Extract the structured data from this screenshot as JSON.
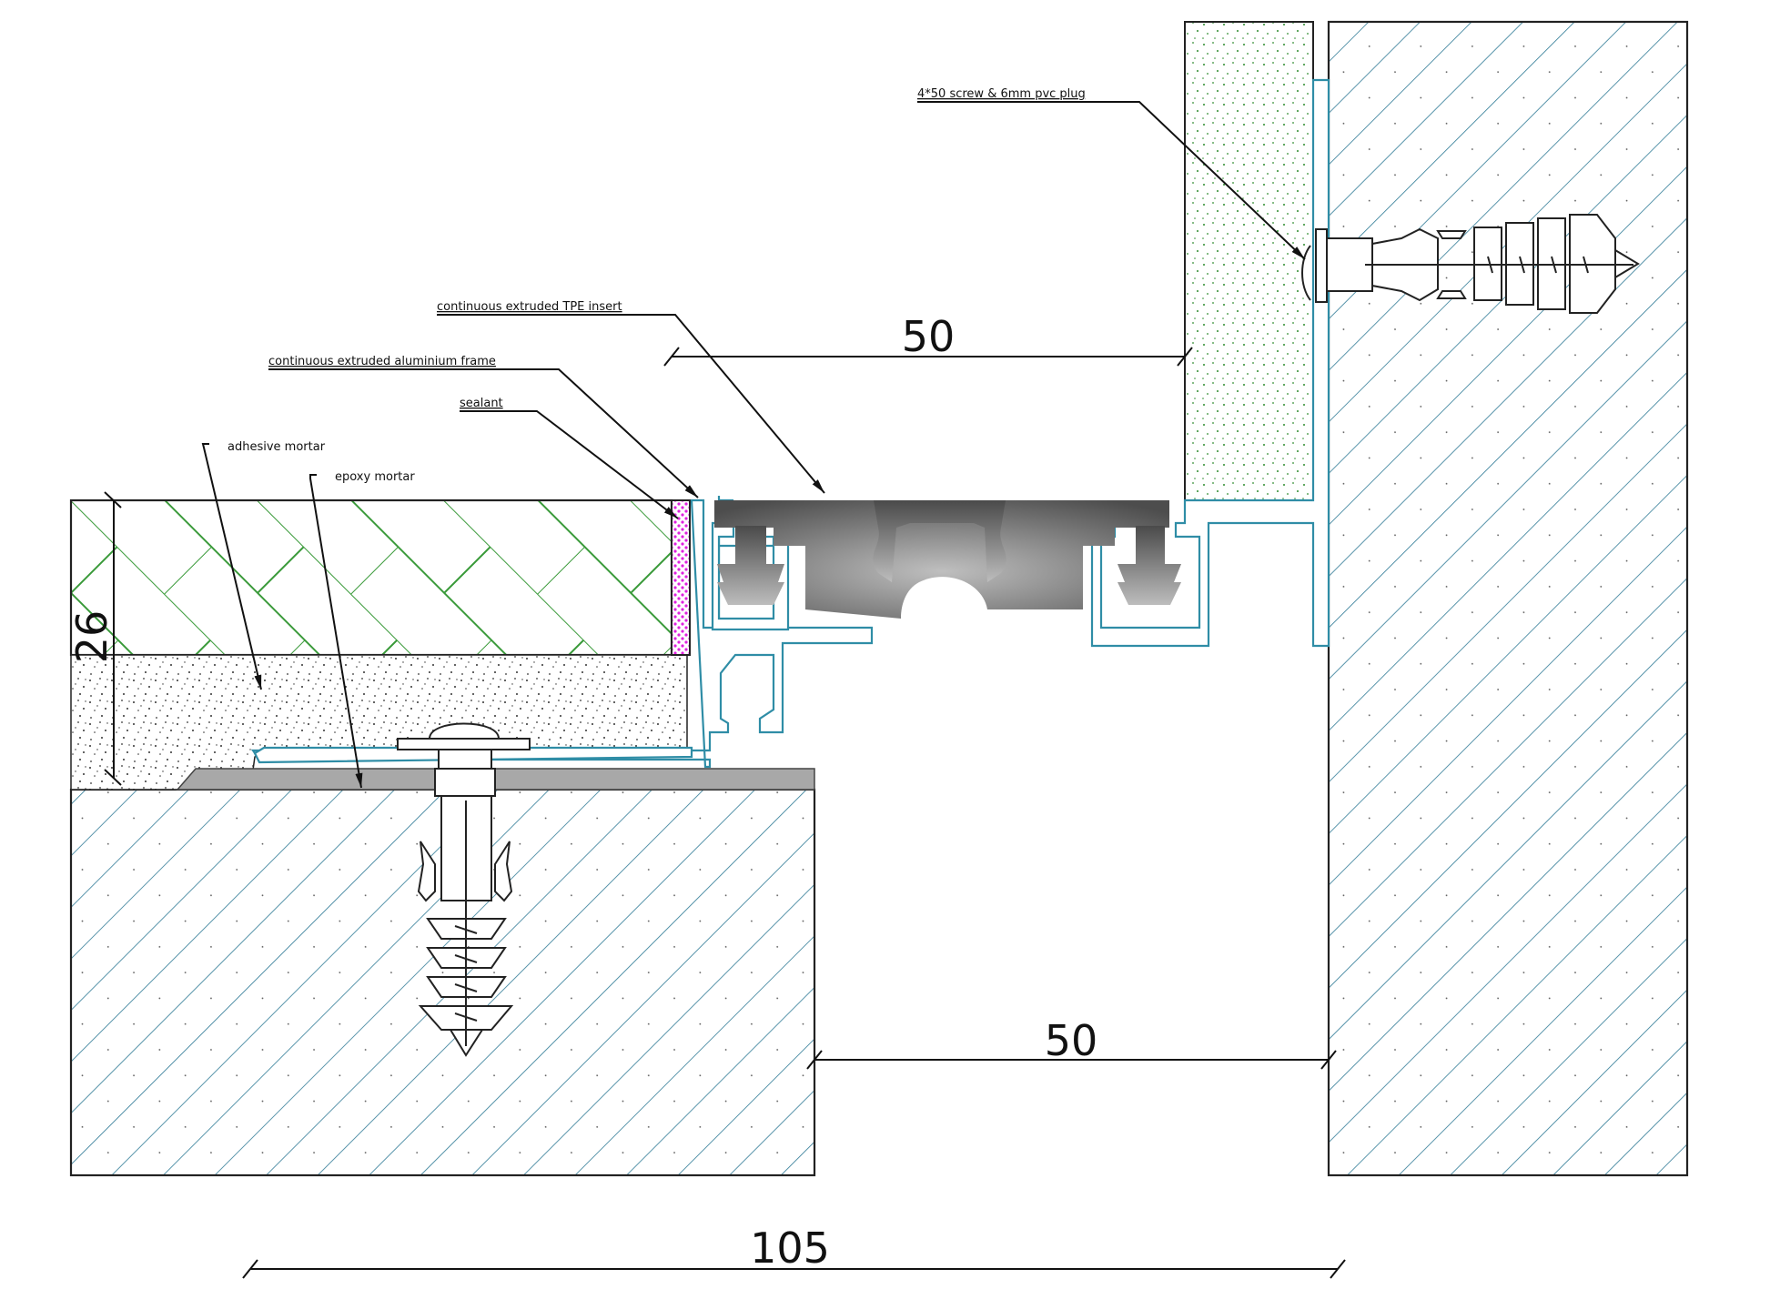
{
  "labels": {
    "screw_plug": "4*50 screw & 6mm pvc plug",
    "tpe_insert": "continuous extruded TPE insert",
    "aluminium_frame": "continuous extruded aluminium frame",
    "sealant": "sealant",
    "adhesive_mortar": "adhesive mortar",
    "epoxy_mortar": "epoxy mortar"
  },
  "dimensions": {
    "gap_top": "50",
    "gap_bottom": "50",
    "height_left": "26",
    "overall_width": "105"
  },
  "colors": {
    "hatch": "#2f7a96",
    "tile_pattern": "#3a9a3a",
    "sealant": "#e020e0",
    "aluminium_outline": "#2f8da6",
    "insert_dark": "#555555",
    "insert_light": "#b0b0b0",
    "wall_speckle": "#2e8b2e",
    "epoxy": "#a8a8a8"
  }
}
